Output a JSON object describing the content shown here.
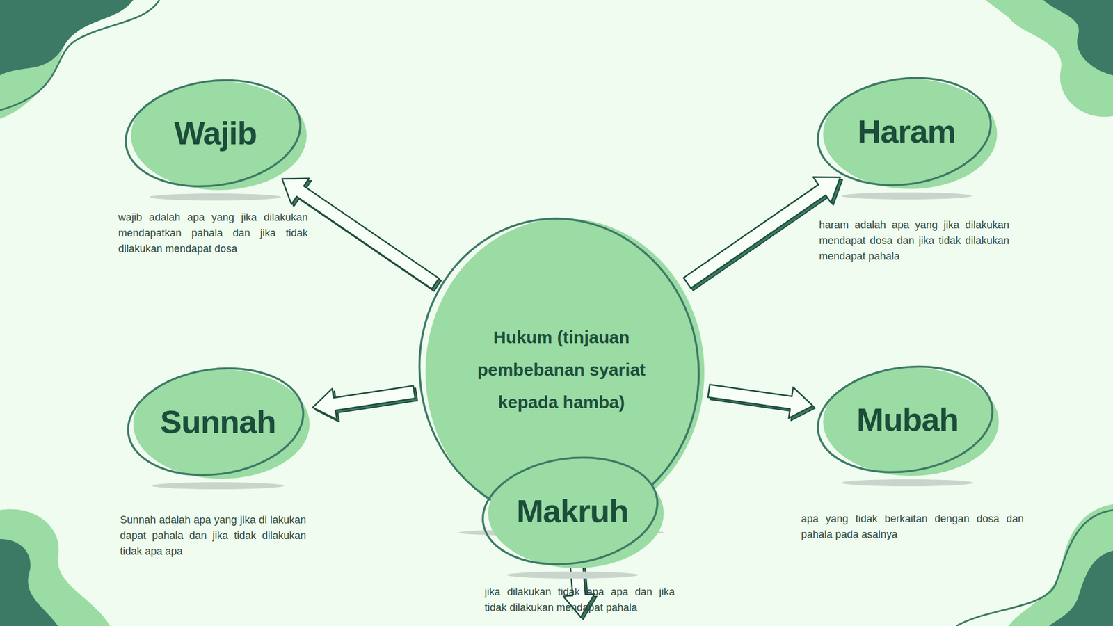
{
  "diagram": {
    "nodes": [
      {
        "text": [
          "Wajib",
          "wajib adalah apa yang jika dilakukan mendapatkan pahala dan jika tidak dilakukan mendapat dosa"
        ]
      },
      {
        "text": [
          "Haram",
          "haram adalah apa yang jika dilakukan mendapat dosa dan jika tidak dilakukan mendapat pahala"
        ]
      },
      {
        "text": [
          "Hukum (tinjauan pembebanan syariat kepada hamba)"
        ]
      },
      {
        "text": [
          "Sunnah",
          "Sunnah adalah apa yang jika di lakukan dapat pahala dan jika tidak dilakukan tidak apa apa"
        ]
      },
      {
        "text": [
          "Mubah",
          "apa yang tidak berkaitan dengan dosa dan pahala pada asalnya"
        ]
      },
      {
        "text": [
          "Makruh",
          "jika dilakukan tidak apa apa dan jika tidak dilakukan mendapat pahala"
        ]
      }
    ],
    "edges": [
      {
        "from": 2,
        "to": 0,
        "arrow": "to"
      },
      {
        "from": 2,
        "to": 1,
        "arrow": "to"
      },
      {
        "from": 2,
        "to": 3,
        "arrow": "to"
      },
      {
        "from": 2,
        "to": 4,
        "arrow": "to"
      },
      {
        "from": 2,
        "to": 5,
        "arrow": "to"
      }
    ]
  }
}
